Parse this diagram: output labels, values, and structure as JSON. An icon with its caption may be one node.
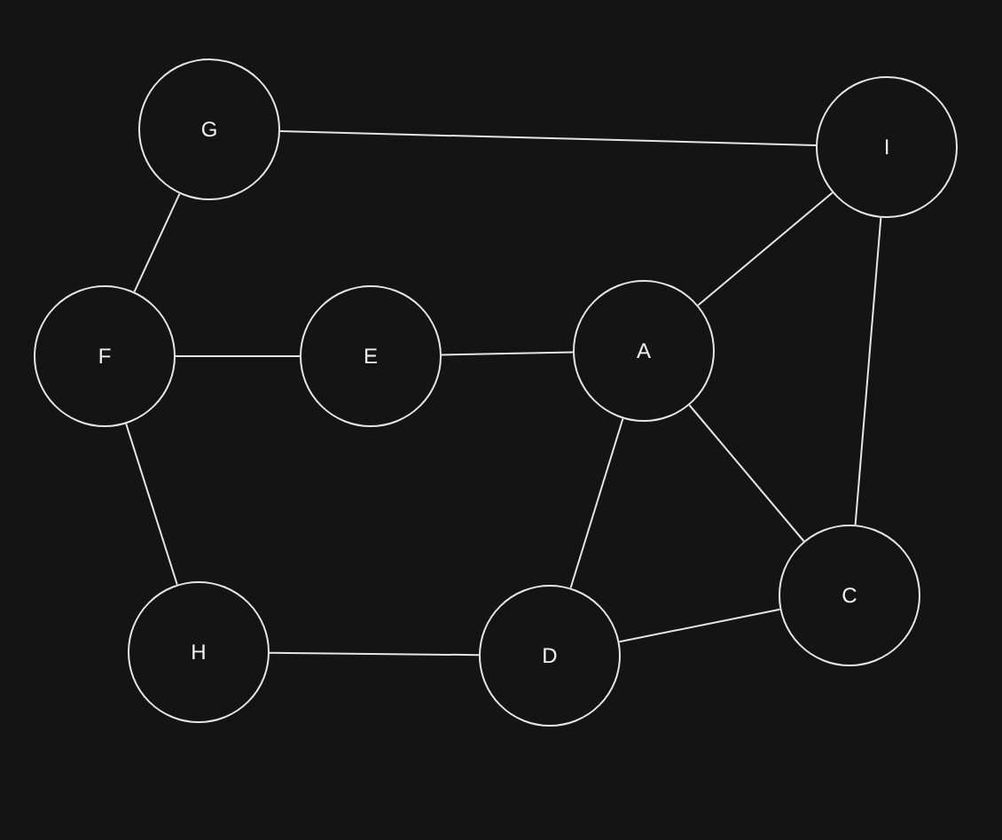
{
  "diagram": {
    "nodes": [
      {
        "text": [
          "G"
        ]
      },
      {
        "text": [
          "I"
        ]
      },
      {
        "text": [
          "F"
        ]
      },
      {
        "text": [
          "E"
        ]
      },
      {
        "text": [
          "A"
        ]
      },
      {
        "text": [
          "C"
        ]
      },
      {
        "text": [
          "H"
        ]
      },
      {
        "text": [
          "D"
        ]
      }
    ],
    "edges": [
      {
        "from": 0,
        "to": 1,
        "arrow": "none"
      },
      {
        "from": 0,
        "to": 2,
        "arrow": "none"
      },
      {
        "from": 2,
        "to": 3,
        "arrow": "none"
      },
      {
        "from": 3,
        "to": 4,
        "arrow": "none"
      },
      {
        "from": 4,
        "to": 1,
        "arrow": "none"
      },
      {
        "from": 1,
        "to": 5,
        "arrow": "none"
      },
      {
        "from": 4,
        "to": 5,
        "arrow": "none"
      },
      {
        "from": 4,
        "to": 7,
        "arrow": "none"
      },
      {
        "from": 2,
        "to": 6,
        "arrow": "none"
      },
      {
        "from": 6,
        "to": 7,
        "arrow": "none"
      },
      {
        "from": 7,
        "to": 5,
        "arrow": "none"
      }
    ]
  }
}
